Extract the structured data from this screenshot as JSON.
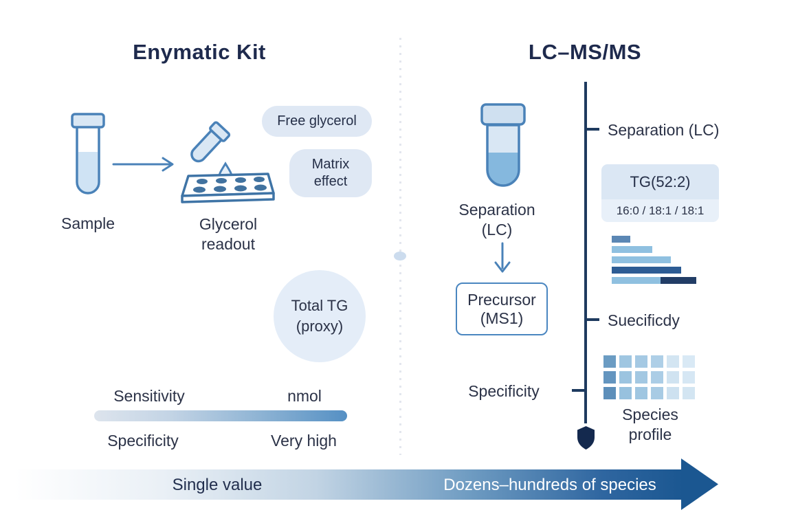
{
  "titles": {
    "left": "Enymatic Kit",
    "right": "LC–MS/MS"
  },
  "left_panel": {
    "sample_label": "Sample",
    "readout_line1": "Glycerol",
    "readout_line2": "readout",
    "badge_free_glycerol": "Free glycerol",
    "badge_matrix_line1": "Matrix",
    "badge_matrix_line2": "effect",
    "bubble_line1": "Total TG",
    "bubble_line2": "(proxy)",
    "sensitivity_label": "Sensitivity",
    "sensitivity_value": "nmol",
    "specificity_label": "Specificity",
    "specificity_value": "Very high"
  },
  "right_panel": {
    "separation_line1": "Separation",
    "separation_line2": "(LC)",
    "precursor_line1": "Precursor",
    "precursor_line2": "(MS1)",
    "specificity_label": "Specificity"
  },
  "timeline": {
    "marker_separation": "Separation (LC)",
    "tg_species": "TG(52:2)",
    "tg_chains": "16:0 / 18:1 / 18:1",
    "marker_specificity": "Suecificdy",
    "species_profile_line1": "Species",
    "species_profile_line2": "profile",
    "fragment_bars": [
      {
        "segments": [
          {
            "width": 27,
            "color": "#5b87b4"
          }
        ]
      },
      {
        "segments": [
          {
            "width": 59,
            "color": "#8fc0e0"
          }
        ]
      },
      {
        "segments": [
          {
            "width": 86,
            "color": "#8fc0e0"
          }
        ]
      },
      {
        "segments": [
          {
            "width": 101,
            "color": "#2d5c94"
          }
        ]
      },
      {
        "segments": [
          {
            "width": 71,
            "color": "#8fc0e0"
          },
          {
            "width": 52,
            "color": "#223d66"
          }
        ]
      }
    ],
    "heatmap_rows": [
      [
        "#6b9cc3",
        "#9fc6e1",
        "#a5c9e3",
        "#aecfe7",
        "#d3e5f2",
        "#d9e9f5"
      ],
      [
        "#6495bf",
        "#9cc4e0",
        "#a3c8e2",
        "#abcde6",
        "#d0e3f1",
        "#d6e7f4"
      ],
      [
        "#5d8fba",
        "#97c1de",
        "#9fc6e1",
        "#a8cbe4",
        "#cde1f0",
        "#d3e5f2"
      ]
    ]
  },
  "bottom_arrow": {
    "left_label": "Single value",
    "right_label": "Dozens–hundreds of species"
  },
  "colors": {
    "outline_blue": "#4a82b8",
    "light_fill": "#d9e7f4",
    "medium_fill": "#85b8de",
    "timeline_navy": "#1e3a5f",
    "arrow_deep_blue": "#1b5791",
    "title_navy": "#1e2a4d"
  }
}
